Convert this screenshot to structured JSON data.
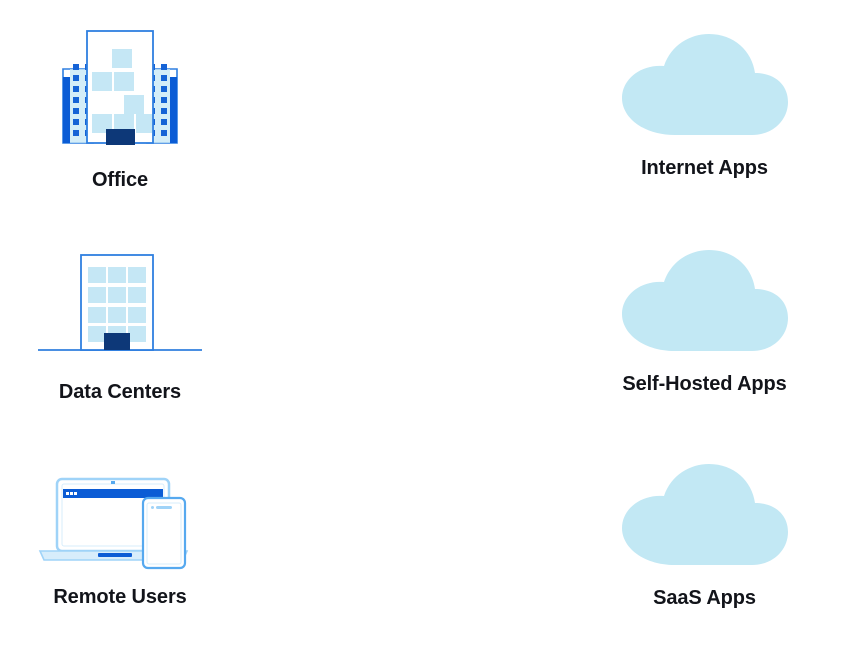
{
  "diagram": {
    "background": "#ffffff",
    "palette": {
      "cloud_fill": "#c2e8f4",
      "window_light": "#c5e7f5",
      "outline_blue": "#2f7fe0",
      "accent_blue": "#0b5cd5",
      "door_navy": "#0d3878",
      "label_color": "#12141a",
      "device_light": "#d7edfb",
      "device_outline": "#56a9ef"
    },
    "columns": [
      {
        "side": "left",
        "nodes": [
          {
            "id": "office",
            "label": "Office",
            "icon": "office-buildings-icon"
          },
          {
            "id": "datacenters",
            "label": "Data Centers",
            "icon": "data-center-building-icon"
          },
          {
            "id": "remote",
            "label": "Remote Users",
            "icon": "laptop-and-phone-icon"
          }
        ]
      },
      {
        "side": "right",
        "nodes": [
          {
            "id": "internet",
            "label": "Internet Apps",
            "icon": "cloud-icon"
          },
          {
            "id": "selfhosted",
            "label": "Self-Hosted Apps",
            "icon": "cloud-icon"
          },
          {
            "id": "saas",
            "label": "SaaS Apps",
            "icon": "cloud-icon"
          }
        ]
      }
    ]
  }
}
